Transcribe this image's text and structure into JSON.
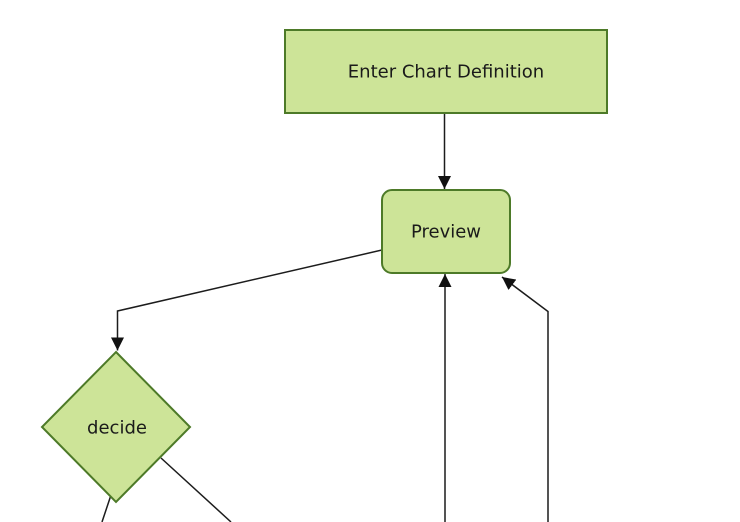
{
  "diagram": {
    "type": "flowchart",
    "background_color": "#ffffff",
    "colors": {
      "node_fill": "#cde498",
      "node_border": "#4d7a28",
      "edge_line": "#1c1c1c",
      "arrowhead": "#111111",
      "label_text": "#1a1a1a"
    },
    "nodes": [
      {
        "id": "A",
        "label": "Enter Chart Definition",
        "shape": "rectangle"
      },
      {
        "id": "B",
        "label": "Preview",
        "shape": "rounded-rectangle"
      },
      {
        "id": "C",
        "label": "decide",
        "shape": "diamond"
      }
    ],
    "edges": [
      {
        "from": "Enter Chart Definition",
        "to": "Preview",
        "arrow": true
      },
      {
        "from": "Preview",
        "to": "decide",
        "arrow": true
      },
      {
        "from": "decide",
        "to": "offscreen-bottom-left",
        "arrow": false
      },
      {
        "from": "decide",
        "to": "offscreen-bottom-right",
        "arrow": false
      },
      {
        "from": "offscreen-bottom",
        "to": "Preview",
        "arrow": true
      },
      {
        "from": "offscreen-bottom-right",
        "to": "Preview",
        "arrow": true
      }
    ]
  }
}
